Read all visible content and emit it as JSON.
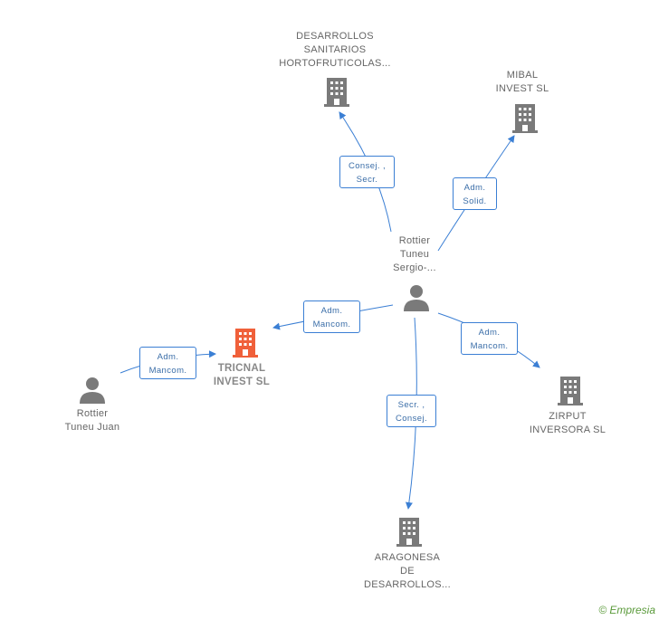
{
  "colors": {
    "edge": "#3b7fd4",
    "node_icon": "#7a7a7a",
    "focus_icon": "#f0603a",
    "label": "#666666"
  },
  "nodes": {
    "desarrollos": {
      "lines": [
        "DESARROLLOS",
        "SANITARIOS",
        "HORTOFRUTICOLAS..."
      ],
      "type": "company"
    },
    "mibal": {
      "lines": [
        "MIBAL",
        "INVEST SL"
      ],
      "type": "company"
    },
    "rottier_sergio": {
      "lines": [
        "Rottier",
        "Tuneu",
        "Sergio-..."
      ],
      "type": "person"
    },
    "tricnal": {
      "lines": [
        "TRICNAL",
        "INVEST SL"
      ],
      "type": "company-focus"
    },
    "rottier_juan": {
      "lines": [
        "Rottier",
        "Tuneu Juan"
      ],
      "type": "person"
    },
    "zirput": {
      "lines": [
        "ZIRPUT",
        "INVERSORA SL"
      ],
      "type": "company"
    },
    "aragonesa": {
      "lines": [
        "ARAGONESA",
        "DE",
        "DESARROLLOS..."
      ],
      "type": "company"
    }
  },
  "edges": {
    "e1": [
      "Consej. ,",
      "Secr."
    ],
    "e2": [
      "Adm.",
      "Solid."
    ],
    "e3": [
      "Adm.",
      "Mancom."
    ],
    "e4": [
      "Adm.",
      "Mancom."
    ],
    "e5": [
      "Adm.",
      "Mancom."
    ],
    "e6": [
      "Secr. ,",
      "Consej."
    ]
  },
  "footer": {
    "copyright": "©",
    "brand": "Empresia"
  }
}
